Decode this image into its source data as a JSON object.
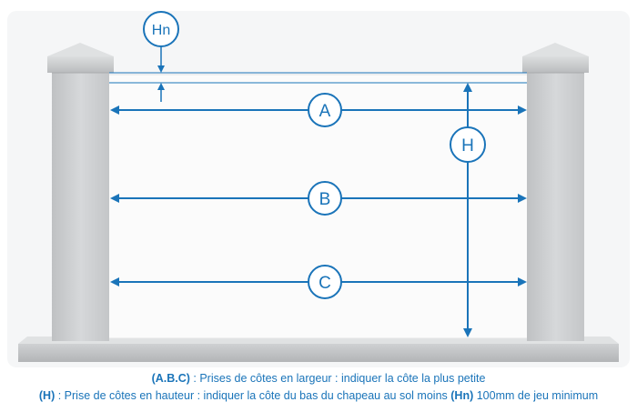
{
  "labels": {
    "hn": "Hn",
    "a": "A",
    "b": "B",
    "c": "C",
    "h": "H"
  },
  "caption": {
    "line1_key": "(A.B.C)",
    "line1_text": " : Prises de côtes en largeur : indiquer la côte la plus petite",
    "line2_key": "(H)",
    "line2_mid": " : Prise de côtes en hauteur : indiquer la côte du bas du chapeau au sol moins ",
    "line2_key2": "(Hn)",
    "line2_end": " 100mm de jeu minimum"
  },
  "colors": {
    "accent": "#1a74b9",
    "pillar": "#d2d4d6",
    "pillar_shadow": "#b7b9bb",
    "background_panel": "#f4f5f6"
  }
}
